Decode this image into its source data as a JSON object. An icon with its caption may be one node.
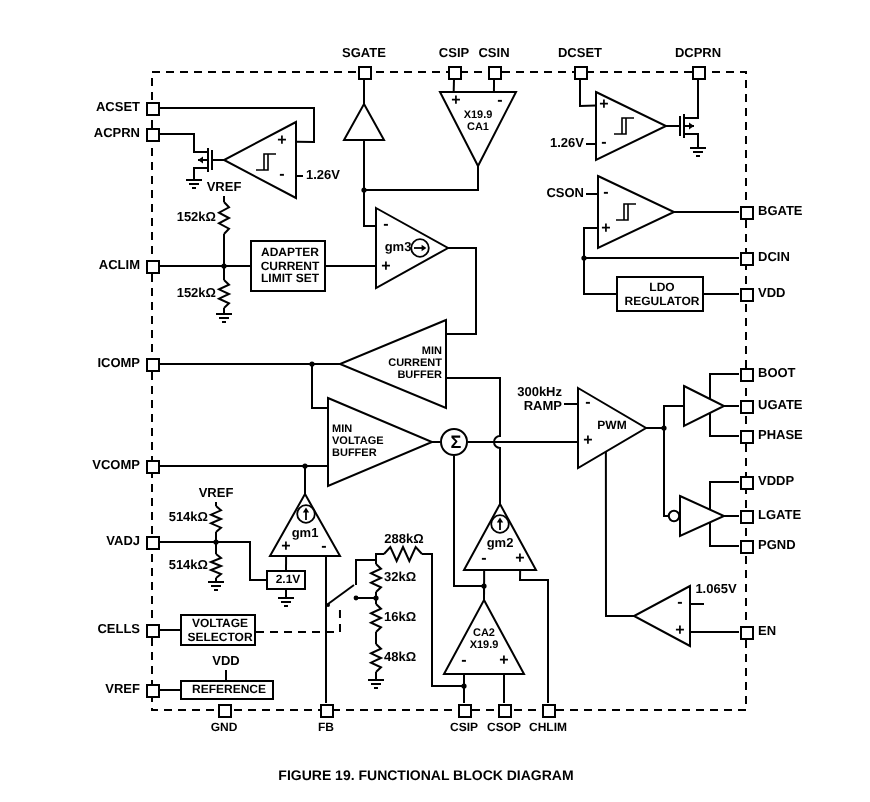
{
  "diagram": {
    "caption": "FIGURE 19. FUNCTIONAL BLOCK DIAGRAM",
    "nodes": [
      {
        "text": [
          "ACSET"
        ]
      },
      {
        "text": [
          "ACPRN"
        ]
      },
      {
        "text": [
          "ACLIM"
        ]
      },
      {
        "text": [
          "ICOMP"
        ]
      },
      {
        "text": [
          "VCOMP"
        ]
      },
      {
        "text": [
          "VADJ"
        ]
      },
      {
        "text": [
          "CELLS"
        ]
      },
      {
        "text": [
          "VREF"
        ]
      },
      {
        "text": [
          "SGATE"
        ]
      },
      {
        "text": [
          "CSIP"
        ]
      },
      {
        "text": [
          "CSIN"
        ]
      },
      {
        "text": [
          "DCSET"
        ]
      },
      {
        "text": [
          "DCPRN"
        ]
      },
      {
        "text": [
          "BGATE"
        ]
      },
      {
        "text": [
          "DCIN"
        ]
      },
      {
        "text": [
          "VDD"
        ]
      },
      {
        "text": [
          "BOOT"
        ]
      },
      {
        "text": [
          "UGATE"
        ]
      },
      {
        "text": [
          "PHASE"
        ]
      },
      {
        "text": [
          "VDDP"
        ]
      },
      {
        "text": [
          "LGATE"
        ]
      },
      {
        "text": [
          "PGND"
        ]
      },
      {
        "text": [
          "EN"
        ]
      },
      {
        "text": [
          "GND"
        ]
      },
      {
        "text": [
          "FB"
        ]
      },
      {
        "text": [
          "CSIP"
        ]
      },
      {
        "text": [
          "CSOP"
        ]
      },
      {
        "text": [
          "CHLIM"
        ]
      },
      {
        "text": [
          "+",
          "-"
        ]
      },
      {
        "text": [],
        "shape": "transistor"
      },
      {
        "text": [],
        "shape": "triangle"
      },
      {
        "text": [
          "+",
          "-",
          "X19.9 CA1"
        ]
      },
      {
        "text": [
          "ADAPTER CURRENT LIMIT SET"
        ]
      },
      {
        "text": [
          "-",
          "gm3",
          "+"
        ]
      },
      {
        "text": [
          "MIN CURRENT BUFFER"
        ]
      },
      {
        "text": [
          "MIN VOLTAGE BUFFER"
        ]
      },
      {
        "text": [
          "Σ"
        ]
      },
      {
        "text": [
          "gm1",
          "+",
          "-"
        ]
      },
      {
        "text": [
          "2.1V"
        ]
      },
      {
        "text": [
          "VOLTAGE SELECTOR"
        ]
      },
      {
        "text": [
          "REFERENCE"
        ]
      },
      {
        "text": [],
        "shape": "switch"
      },
      {
        "text": [
          "gm2",
          "-",
          "+"
        ]
      },
      {
        "text": [
          "CA2 X19.9",
          "-",
          "+"
        ]
      },
      {
        "text": [
          "+",
          "-"
        ]
      },
      {
        "text": [],
        "shape": "transistor"
      },
      {
        "text": [
          "-",
          "+"
        ]
      },
      {
        "text": [
          "LDO REGULATOR"
        ]
      },
      {
        "text": [
          "-",
          "PWM",
          "+"
        ]
      },
      {
        "text": [],
        "shape": "triangle"
      },
      {
        "text": [],
        "shape": "triangle"
      },
      {
        "text": [
          "-",
          "+"
        ]
      },
      {
        "text": [],
        "shape": "resistor"
      }
    ],
    "edges": [
      {
        "from": 0,
        "to": 28,
        "arrow": "none"
      },
      {
        "from": 28,
        "to": 29,
        "arrow": "none"
      },
      {
        "from": 29,
        "to": 1,
        "arrow": "none"
      },
      {
        "from": 9,
        "to": 31,
        "arrow": "none"
      },
      {
        "from": 10,
        "to": 31,
        "arrow": "none"
      },
      {
        "from": 31,
        "to": 33,
        "arrow": "none"
      },
      {
        "from": 31,
        "to": 30,
        "arrow": "none"
      },
      {
        "from": 30,
        "to": 8,
        "arrow": "none"
      },
      {
        "from": 2,
        "to": 32,
        "arrow": "none"
      },
      {
        "from": 32,
        "to": 33,
        "arrow": "none"
      },
      {
        "from": 33,
        "to": 34,
        "arrow": "none"
      },
      {
        "from": 34,
        "to": 3,
        "arrow": "none"
      },
      {
        "from": 3,
        "to": 35,
        "arrow": "none"
      },
      {
        "from": 4,
        "to": 35,
        "arrow": "none"
      },
      {
        "from": 37,
        "to": 4,
        "arrow": "none"
      },
      {
        "from": 35,
        "to": 36,
        "arrow": "none"
      },
      {
        "from": 36,
        "to": 48,
        "arrow": "none"
      },
      {
        "from": 42,
        "to": 34,
        "arrow": "none"
      },
      {
        "from": 43,
        "to": 36,
        "arrow": "none"
      },
      {
        "from": 43,
        "to": 42,
        "arrow": "none"
      },
      {
        "from": 27,
        "to": 42,
        "arrow": "none"
      },
      {
        "from": 25,
        "to": 43,
        "arrow": "none"
      },
      {
        "from": 26,
        "to": 43,
        "arrow": "none"
      },
      {
        "from": 5,
        "to": 38,
        "arrow": "none"
      },
      {
        "from": 38,
        "to": 37,
        "arrow": "none"
      },
      {
        "from": 24,
        "to": 37,
        "arrow": "none"
      },
      {
        "from": 6,
        "to": 39,
        "arrow": "none"
      },
      {
        "from": 39,
        "to": 41,
        "arrow": "none",
        "style": "dashed"
      },
      {
        "from": 7,
        "to": 40,
        "arrow": "none"
      },
      {
        "from": 11,
        "to": 44,
        "arrow": "none"
      },
      {
        "from": 44,
        "to": 45,
        "arrow": "none"
      },
      {
        "from": 45,
        "to": 12,
        "arrow": "none"
      },
      {
        "from": 46,
        "to": 13,
        "arrow": "none"
      },
      {
        "from": 14,
        "to": 46,
        "arrow": "none"
      },
      {
        "from": 14,
        "to": 47,
        "arrow": "none"
      },
      {
        "from": 47,
        "to": 15,
        "arrow": "none"
      },
      {
        "from": 48,
        "to": 49,
        "arrow": "none"
      },
      {
        "from": 48,
        "to": 50,
        "arrow": "none"
      },
      {
        "from": 16,
        "to": 49,
        "arrow": "none"
      },
      {
        "from": 18,
        "to": 49,
        "arrow": "none"
      },
      {
        "from": 19,
        "to": 50,
        "arrow": "none"
      },
      {
        "from": 21,
        "to": 50,
        "arrow": "none"
      },
      {
        "from": 49,
        "to": 17,
        "arrow": "none"
      },
      {
        "from": 50,
        "to": 20,
        "arrow": "none"
      },
      {
        "from": 22,
        "to": 51,
        "arrow": "none"
      },
      {
        "from": 51,
        "to": 48,
        "arrow": "none"
      },
      {
        "from": 41,
        "to": 52,
        "arrow": "none"
      },
      {
        "from": 52,
        "to": 25,
        "arrow": "none"
      }
    ],
    "labels": [
      "1.26V",
      "VREF",
      "152kΩ",
      "152kΩ",
      "1.26V",
      "CSON",
      "300kHz RAMP",
      "VREF",
      "514kΩ",
      "514kΩ",
      "288kΩ",
      "32kΩ",
      "16kΩ",
      "48kΩ",
      "VDD",
      "1.065V"
    ]
  }
}
